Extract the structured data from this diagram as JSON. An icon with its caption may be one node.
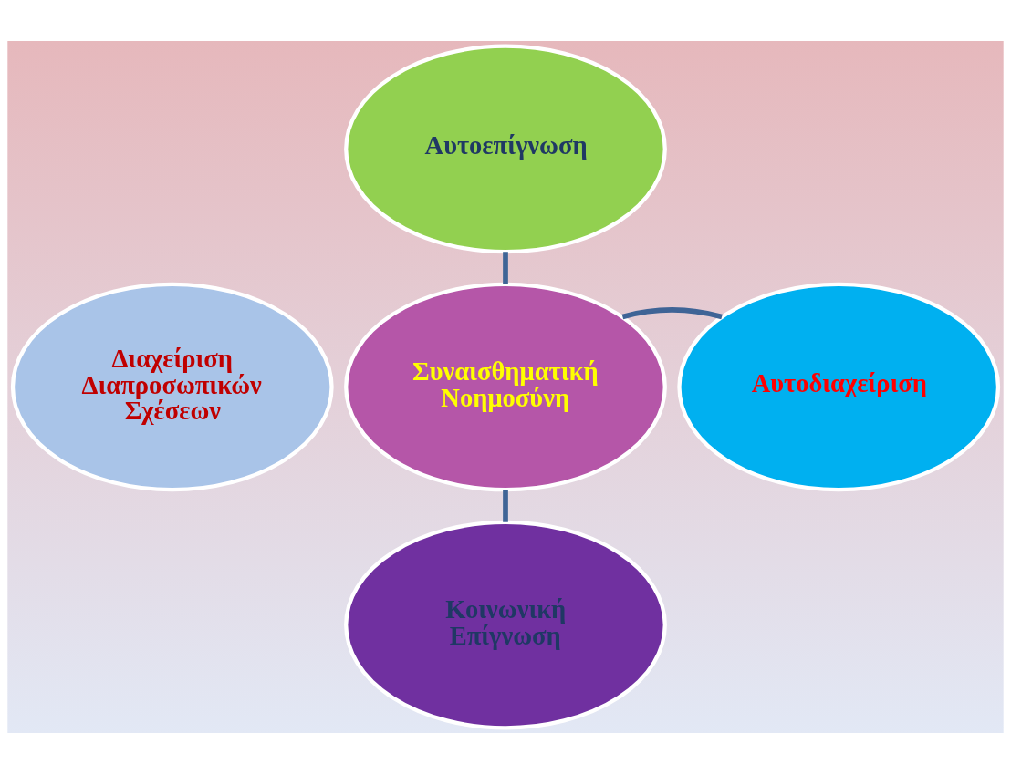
{
  "diagram": {
    "nodes": [
      {
        "text": [
          "Αυτοεπίγνωση"
        ]
      },
      {
        "text": [
          "Διαχείριση Διαπροσωπικών Σχέσεων"
        ]
      },
      {
        "text": [
          "Συναισθηματική Νοημοσύνη"
        ]
      },
      {
        "text": [
          "Αυτοδιαχείριση"
        ]
      },
      {
        "text": [
          "Κοινωνική Επίγνωση"
        ]
      }
    ],
    "edges": [
      {
        "from": 0,
        "to": 2,
        "arrow": "none"
      },
      {
        "from": 2,
        "to": 3,
        "arrow": "none"
      },
      {
        "from": 2,
        "to": 4,
        "arrow": "none"
      }
    ]
  }
}
